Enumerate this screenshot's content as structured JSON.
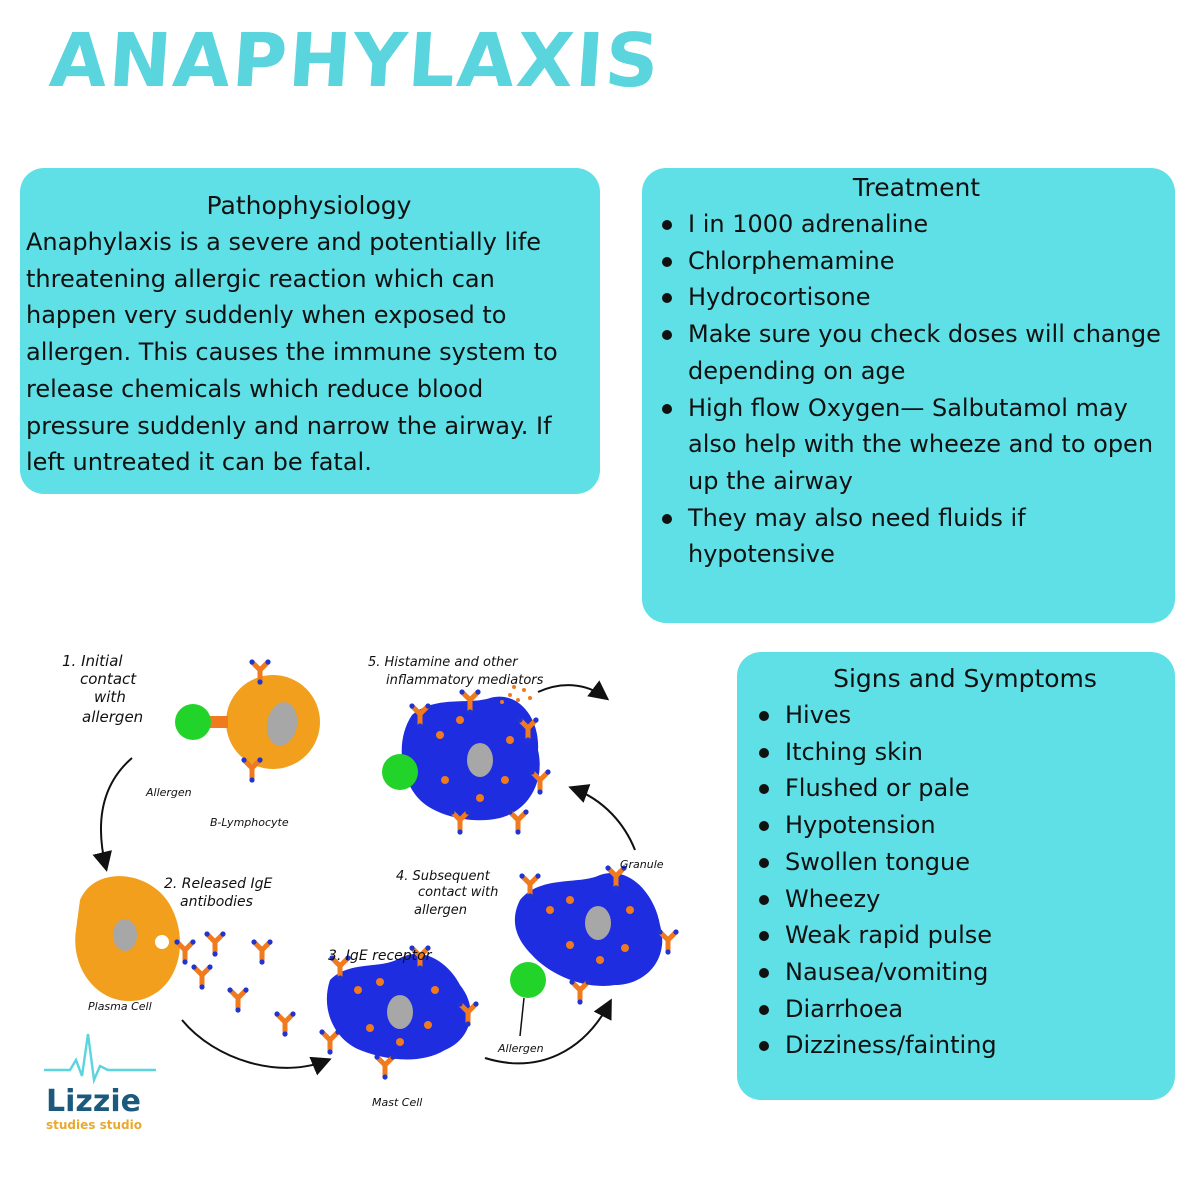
{
  "title": "ANAPHYLAXIS",
  "colors": {
    "accent": "#5ad4dd",
    "card": "#5ee0e6",
    "logo_blue": "#1c5a7d",
    "logo_orange": "#e8a92e"
  },
  "pathophysiology": {
    "heading": "Pathophysiology",
    "body": "Anaphylaxis is a severe and potentially life threatening allergic reaction which can happen very suddenly when exposed to allergen. This causes the immune system to release chemicals which reduce blood pressure suddenly and narrow the airway. If left untreated it can be fatal."
  },
  "treatment": {
    "heading": "Treatment",
    "items": [
      "I in 1000 adrenaline",
      "Chlorphemamine",
      "Hydrocortisone",
      "Make sure you check doses will change depending on age",
      "High flow Oxygen— Salbutamol may also help with the wheeze and to open up the airway",
      "They may also need fluids if hypotensive"
    ]
  },
  "signs": {
    "heading": "Signs and Symptoms",
    "items": [
      "Hives",
      "Itching skin",
      "Flushed or pale",
      "Hypotension",
      "Swollen tongue",
      "Wheezy",
      "Weak rapid pulse",
      "Nausea/vomiting",
      "Diarrhoea",
      "Dizziness/fainting"
    ]
  },
  "diagram": {
    "step1_line1": "1. Initial",
    "step1_line2": "contact",
    "step1_line3": "with",
    "step1_line4": "allergen",
    "allergen": "Allergen",
    "b_lymphocyte": "B-Lymphocyte",
    "step2_line1": "2. Released IgE",
    "step2_line2": "antibodies",
    "plasma_cell": "Plasma Cell",
    "step3": "3. IgE receptor",
    "mast_cell": "Mast Cell",
    "step4_line1": "4. Subsequent",
    "step4_line2": "contact with",
    "step4_line3": "allergen",
    "granule": "Granule",
    "allergen2": "Allergen",
    "step5_line1": "5. Histamine and other",
    "step5_line2": "inflammatory mediators"
  },
  "logo": {
    "name": "Lizzie",
    "sub": "studies studio"
  }
}
